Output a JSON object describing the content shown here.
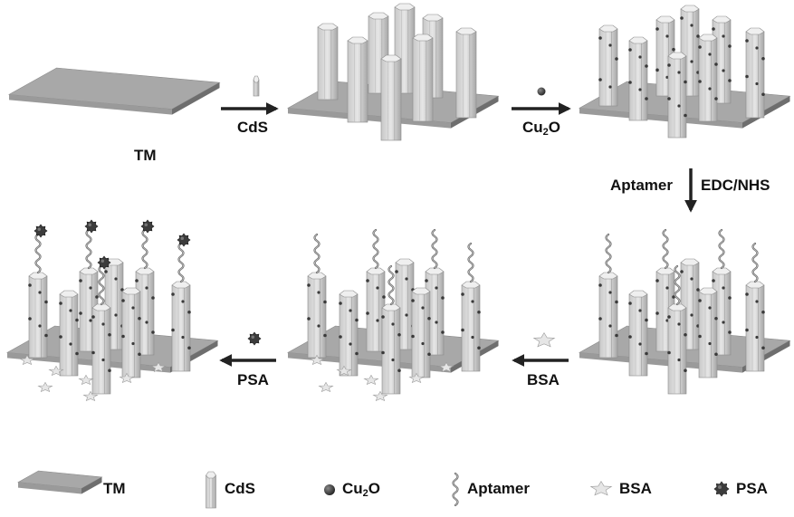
{
  "labels": {
    "tm": "TM",
    "cds": "CdS",
    "cu2o": "Cu",
    "cu2o_sub": "2",
    "cu2o_suffix": "O",
    "aptamer": "Aptamer",
    "edc_nhs": "EDC/NHS",
    "bsa": "BSA",
    "psa": "PSA"
  },
  "legend": {
    "tm": "TM",
    "cds": "CdS",
    "cu2o": "Cu",
    "cu2o_sub": "2",
    "cu2o_suffix": "O",
    "aptamer": "Aptamer",
    "bsa": "BSA",
    "psa": "PSA"
  },
  "colors": {
    "plate_top": "#a8a8a8",
    "plate_side": "#6e6e6e",
    "rod_light": "#dcdcdc",
    "rod_dark": "#b4b4b4",
    "particle": "#3a3a3a",
    "star": "#e6e6e6",
    "arrow": "#222222"
  }
}
